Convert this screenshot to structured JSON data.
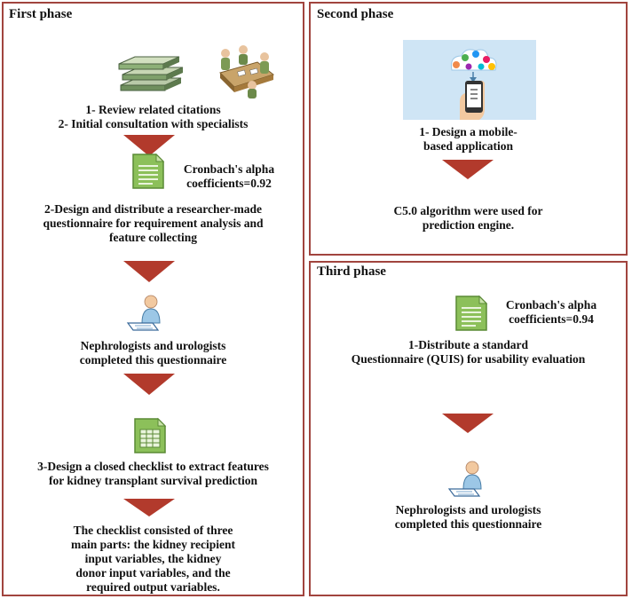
{
  "first_phase": {
    "title": "First phase",
    "step1": [
      "1- Review related citations",
      "2- Initial consultation with specialists"
    ],
    "alpha": [
      "Cronbach's alpha",
      "coefficients=0.92"
    ],
    "step2": [
      "2-Design and distribute a researcher-made",
      "questionnaire for requirement analysis and",
      "feature collecting"
    ],
    "completed": [
      "Nephrologists and urologists",
      "completed this questionnaire"
    ],
    "step3": [
      "3-Design a closed checklist to extract features",
      "for kidney transplant survival prediction"
    ],
    "checklist": [
      "The checklist consisted of three",
      "main parts: the kidney recipient",
      "input variables, the kidney",
      "donor input variables, and the",
      "required output variables."
    ]
  },
  "second_phase": {
    "title": "Second phase",
    "step1": [
      "1- Design a mobile-",
      "based application"
    ],
    "engine": [
      "C5.0 algorithm were used for",
      "prediction engine."
    ]
  },
  "third_phase": {
    "title": "Third phase",
    "alpha": [
      "Cronbach's alpha",
      "coefficients=0.94"
    ],
    "step1": [
      "1-Distribute a standard",
      "Questionnaire (QUIS) for usability evaluation"
    ],
    "completed": [
      "Nephrologists and urologists",
      "completed this questionnaire"
    ]
  },
  "colors": {
    "border": "#a1443e",
    "arrow": "#b23a2c",
    "doc_green": "#8cc05a",
    "app_bg": "#cfe5f5"
  }
}
